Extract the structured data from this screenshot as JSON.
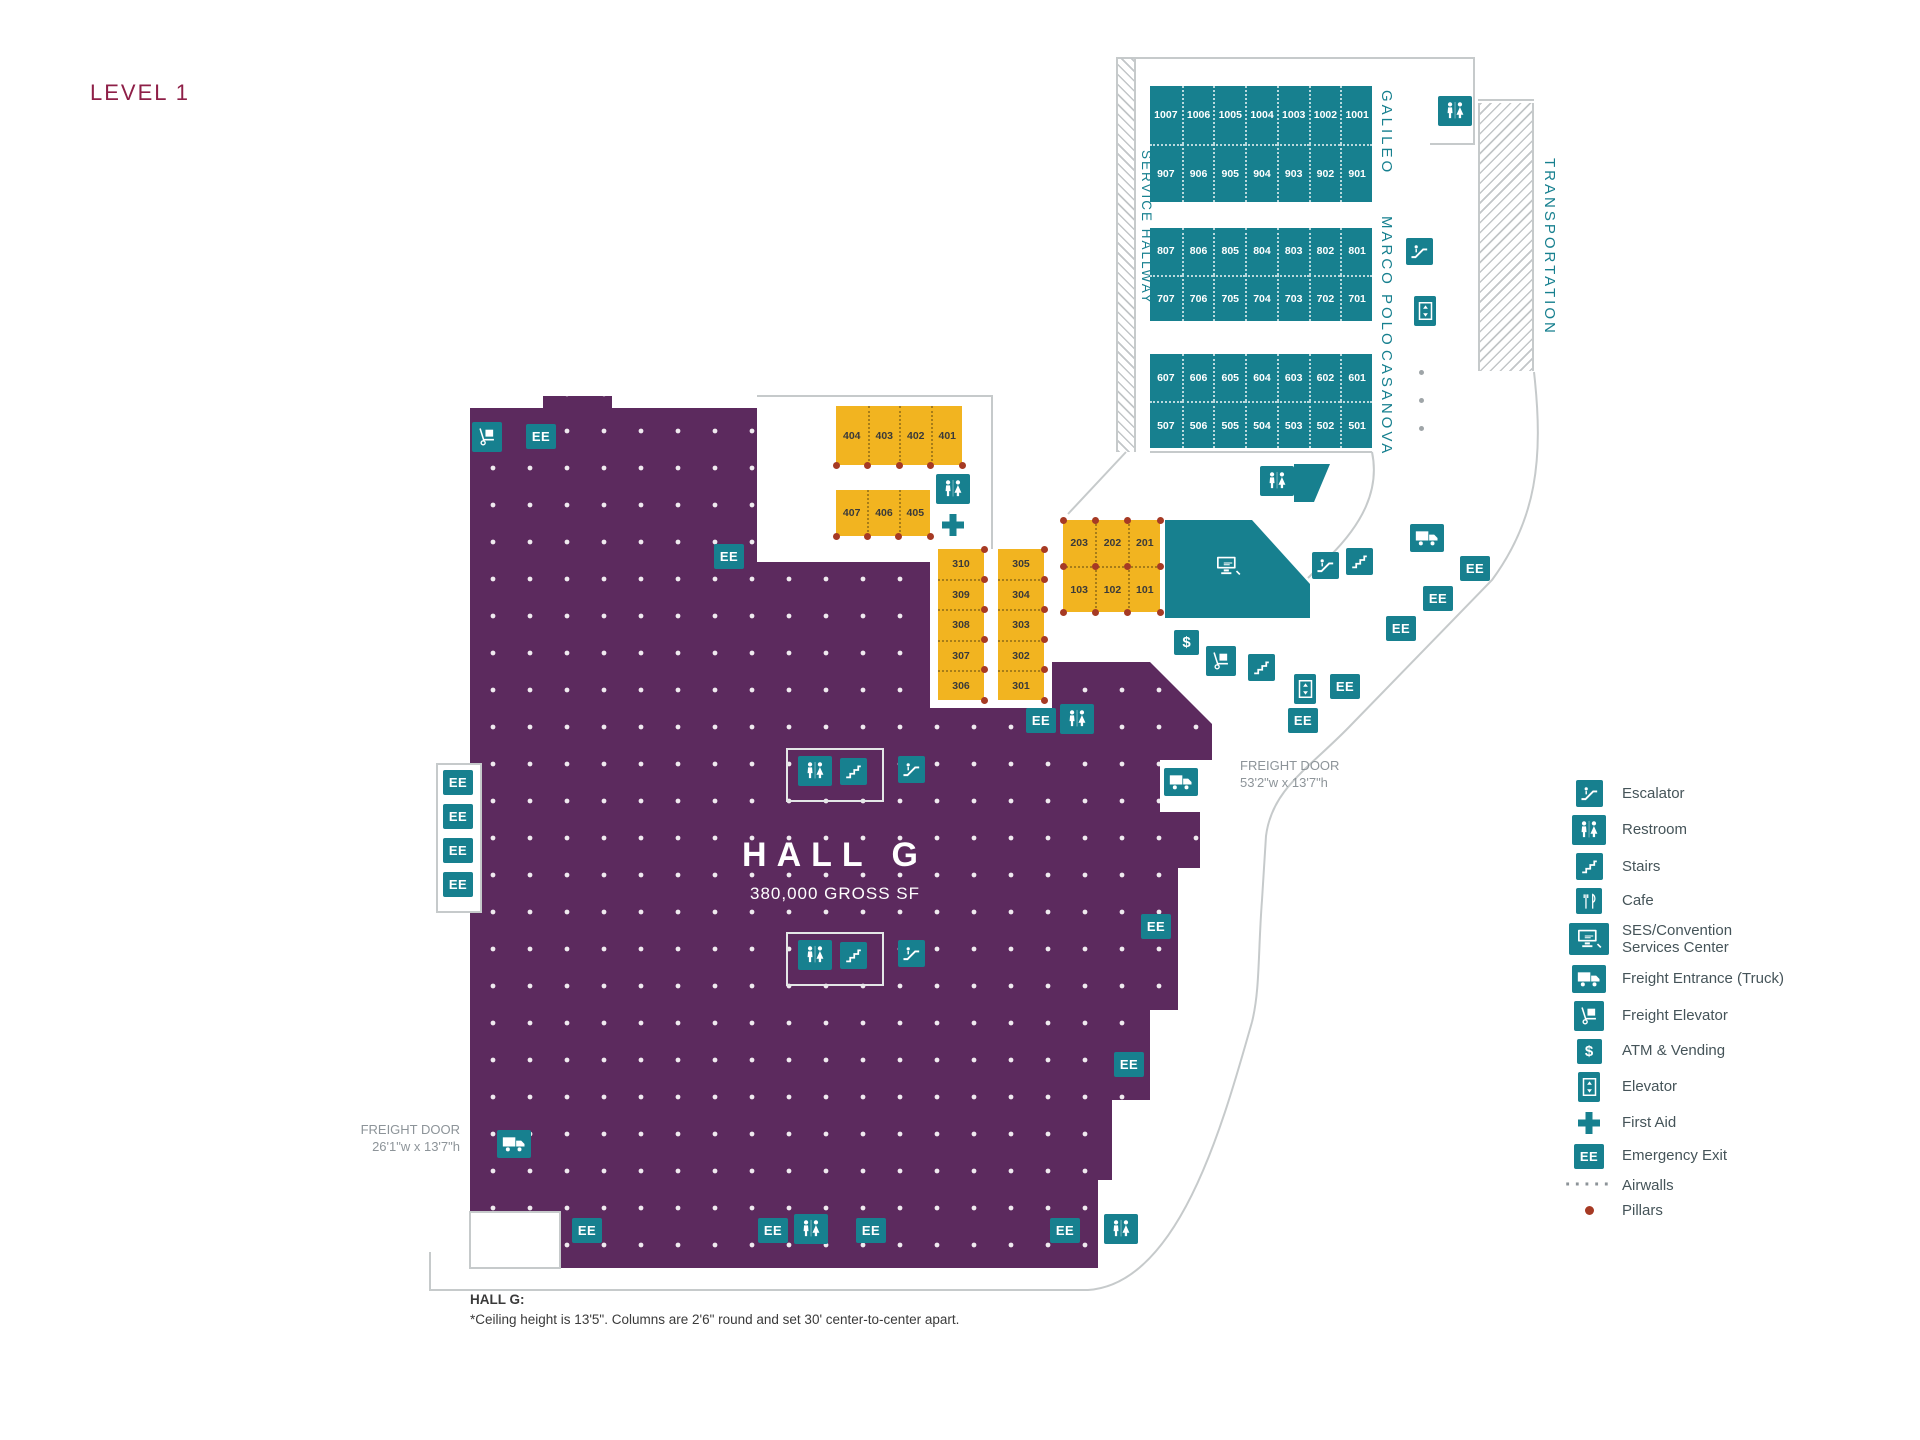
{
  "page": {
    "title": "LEVEL 1"
  },
  "hall": {
    "name": "HALL G",
    "size_label": "380,000 GROSS SF"
  },
  "footnote": {
    "heading": "HALL G:",
    "body": "*Ceiling height is 13'5\". Columns are 2'6\" round and set 30' center-to-center apart."
  },
  "vertical_labels": {
    "service_hallway": "SERVICE HALLWAY",
    "transportation": "TRANSPORTATION",
    "room_wings": [
      "GALILEO",
      "MARCO POLO",
      "CASANOVA"
    ]
  },
  "freight_doors": [
    {
      "id": "left",
      "line1": "FREIGHT DOOR",
      "line2": "26'1\"w x 13'7\"h"
    },
    {
      "id": "right",
      "line1": "FREIGHT DOOR",
      "line2": "53'2\"w x 13'7\"h"
    }
  ],
  "labels": {
    "emergency_exit": "EE",
    "atm_symbol": "$"
  },
  "room_blocks": [
    {
      "id": "teal-1000s",
      "rows": [
        [
          "1007",
          "1006",
          "1005",
          "1004",
          "1003",
          "1002",
          "1001"
        ],
        [
          "907",
          "906",
          "905",
          "904",
          "903",
          "902",
          "901"
        ]
      ]
    },
    {
      "id": "teal-800s",
      "rows": [
        [
          "807",
          "806",
          "805",
          "804",
          "803",
          "802",
          "801"
        ],
        [
          "707",
          "706",
          "705",
          "704",
          "703",
          "702",
          "701"
        ]
      ]
    },
    {
      "id": "teal-600s",
      "rows": [
        [
          "607",
          "606",
          "605",
          "604",
          "603",
          "602",
          "601"
        ],
        [
          "507",
          "506",
          "505",
          "504",
          "503",
          "502",
          "501"
        ]
      ]
    },
    {
      "id": "gold-400s-a",
      "rows": [
        [
          "404",
          "403",
          "402",
          "401"
        ]
      ]
    },
    {
      "id": "gold-400s-b",
      "rows": [
        [
          "407",
          "406",
          "405"
        ]
      ]
    },
    {
      "id": "gold-300s-a",
      "rows": [
        [
          "310"
        ],
        [
          "309"
        ],
        [
          "308"
        ],
        [
          "307"
        ],
        [
          "306"
        ]
      ]
    },
    {
      "id": "gold-300s-b",
      "rows": [
        [
          "305"
        ],
        [
          "304"
        ],
        [
          "303"
        ],
        [
          "302"
        ],
        [
          "301"
        ]
      ]
    },
    {
      "id": "gold-200s-100s",
      "rows": [
        [
          "203",
          "202",
          "201"
        ],
        [
          "103",
          "102",
          "101"
        ]
      ]
    }
  ],
  "legend": {
    "items": [
      {
        "icon": "escalator-icon",
        "label": "Escalator"
      },
      {
        "icon": "restroom-icon",
        "label": "Restroom"
      },
      {
        "icon": "stairs-icon",
        "label": "Stairs"
      },
      {
        "icon": "cafe-icon",
        "label": "Cafe"
      },
      {
        "icon": "ses-icon",
        "label": "SES/Convention",
        "label2": "Services Center"
      },
      {
        "icon": "freight-truck-icon",
        "label": "Freight Entrance (Truck)"
      },
      {
        "icon": "freight-elevator-icon",
        "label": "Freight Elevator"
      },
      {
        "icon": "atm-icon",
        "label": "ATM & Vending"
      },
      {
        "icon": "elevator-icon",
        "label": "Elevator"
      },
      {
        "icon": "first-aid-icon",
        "label": "First Aid"
      },
      {
        "icon": "emergency-exit-icon",
        "label": "Emergency Exit"
      },
      {
        "icon": "airwalls-icon",
        "label": "Airwalls"
      },
      {
        "icon": "pillars-icon",
        "label": "Pillars"
      }
    ]
  },
  "colors": {
    "teal": "#17808F",
    "purple": "#5C2A5E",
    "gold": "#F2B420",
    "maroon": "#8E1F47",
    "pillar_red": "#A63A24"
  }
}
